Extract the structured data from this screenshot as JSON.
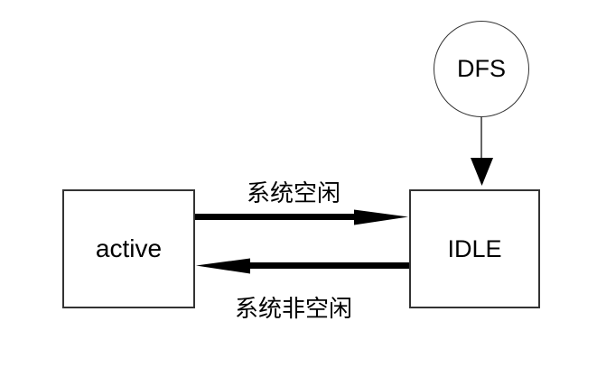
{
  "diagram": {
    "title": "state-transition-diagram",
    "nodes": {
      "dfs": {
        "label": "DFS",
        "shape": "circle"
      },
      "active": {
        "label": "active",
        "shape": "rect"
      },
      "idle": {
        "label": "IDLE",
        "shape": "rect"
      }
    },
    "edges": {
      "dfs_to_idle": {
        "from": "DFS",
        "to": "IDLE",
        "label": ""
      },
      "active_to_idle": {
        "from": "active",
        "to": "IDLE",
        "label": "系统空闲"
      },
      "idle_to_active": {
        "from": "IDLE",
        "to": "active",
        "label": "系统非空闲"
      }
    },
    "colors": {
      "background": "#ffffff",
      "stroke": "#000000",
      "node_border": "#333333",
      "thin_connector": "#666666",
      "text": "#000000"
    }
  }
}
